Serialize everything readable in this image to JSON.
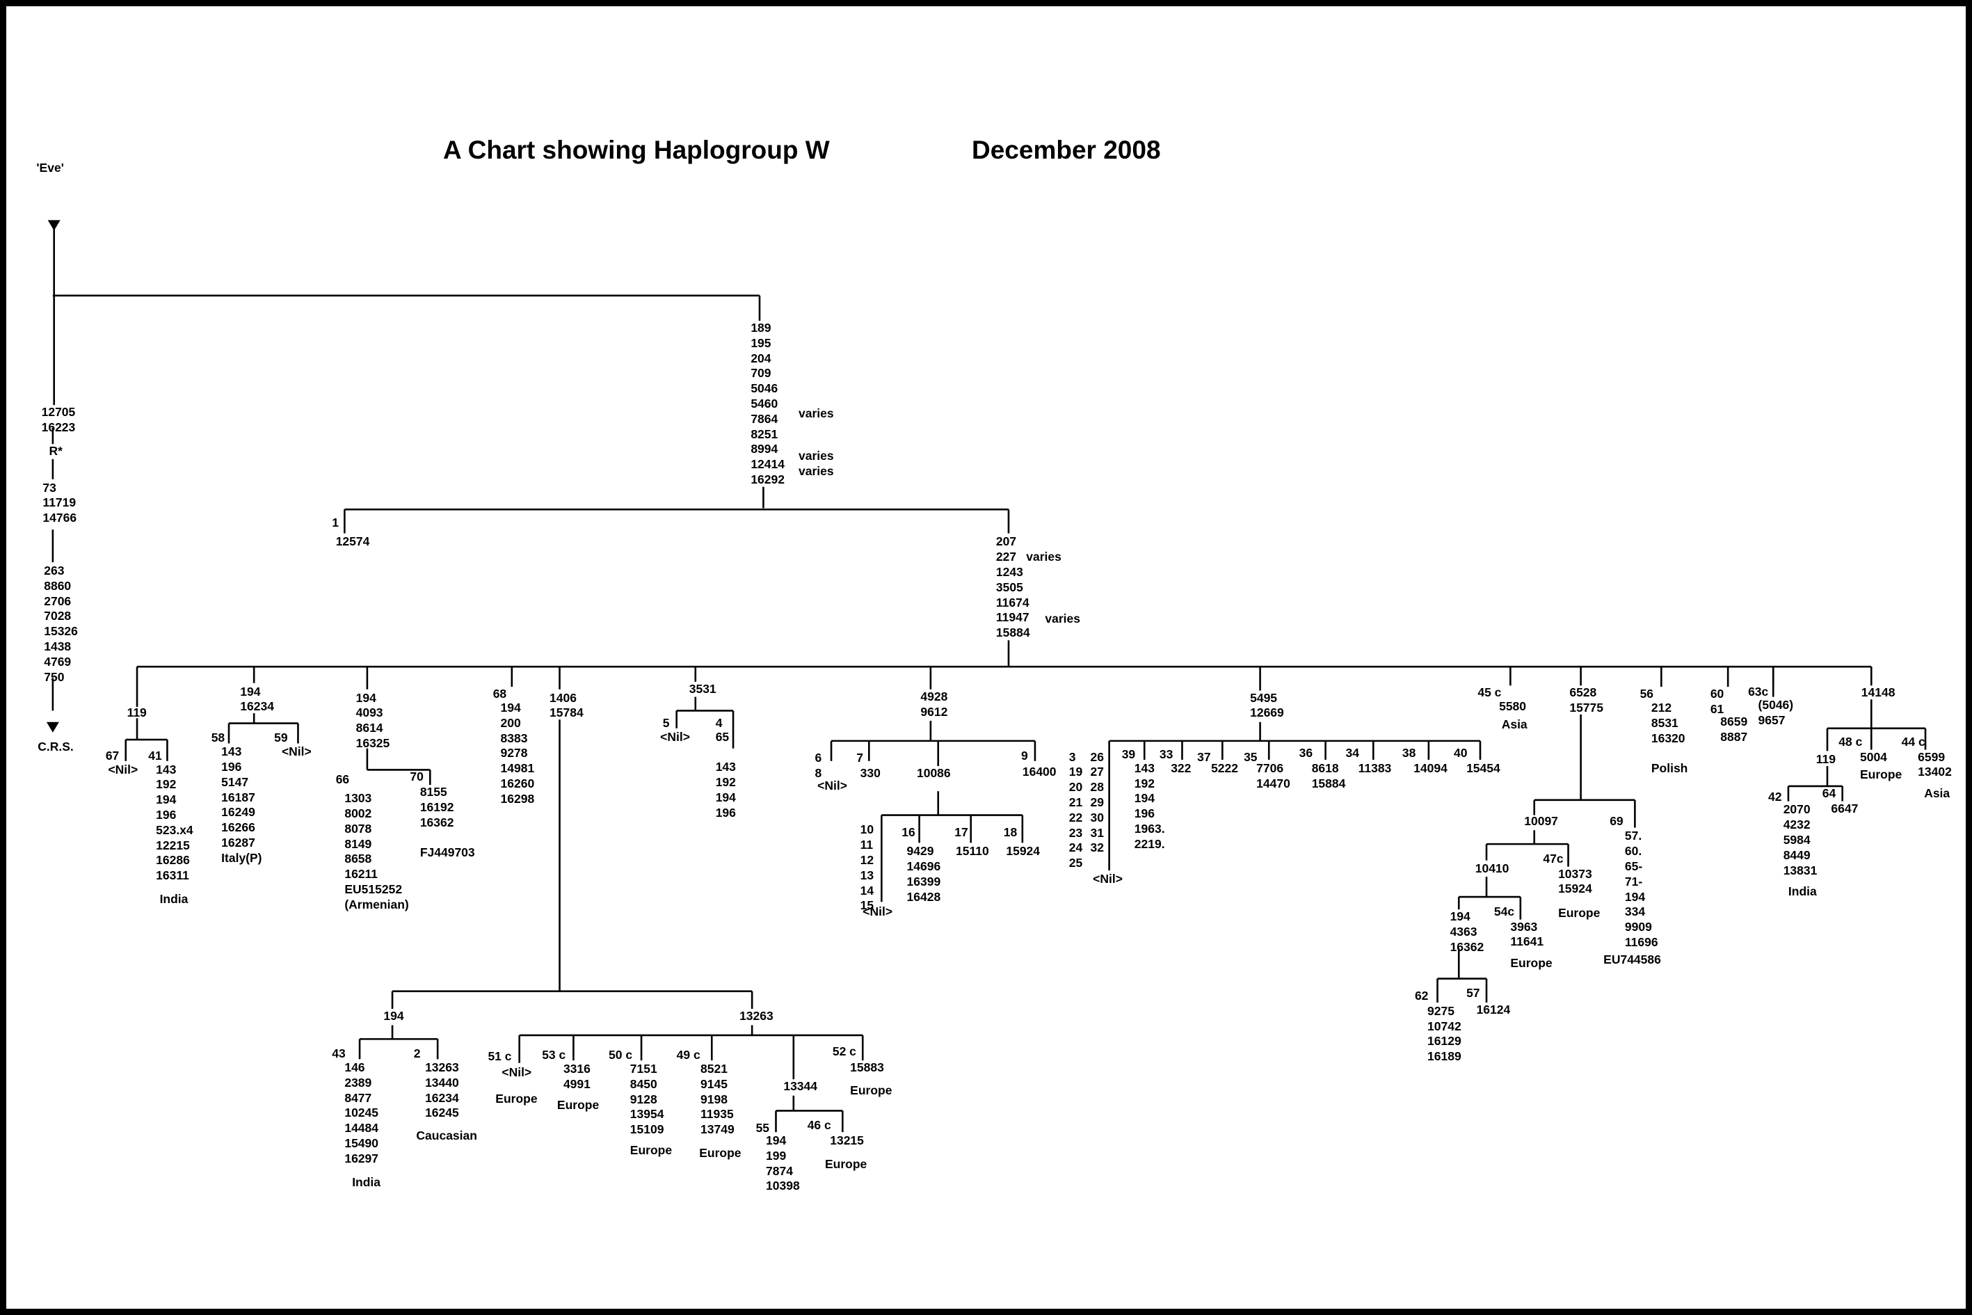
{
  "title": "A Chart showing Haplogroup W",
  "date": "December 2008",
  "labels": [
    {
      "id": "eve",
      "t": "'Eve'"
    },
    {
      "id": "r-markers",
      "t": "12705\n16223"
    },
    {
      "id": "r-star",
      "t": "R*"
    },
    {
      "id": "crs-a",
      "t": "73\n11719\n14766"
    },
    {
      "id": "crs-b",
      "t": "263\n8860\n2706\n7028\n15326\n1438\n4769\n750"
    },
    {
      "id": "crs",
      "t": "C.R.S."
    },
    {
      "id": "w-root",
      "t": "189\n195\n204\n709\n5046\n5460\n7864\n8251\n8994\n12414\n16292"
    },
    {
      "id": "w-varies-1",
      "t": "varies"
    },
    {
      "id": "w-varies-2",
      "t": "varies\nvaries"
    },
    {
      "id": "br-1",
      "t": "1"
    },
    {
      "id": "br-1-m",
      "t": "12574"
    },
    {
      "id": "w-main",
      "t": "207\n227\n1243\n3505\n11674\n11947\n15884"
    },
    {
      "id": "w-main-v1",
      "t": "varies"
    },
    {
      "id": "w-main-v2",
      "t": "varies"
    },
    {
      "id": "n119",
      "t": "119"
    },
    {
      "id": "n67",
      "t": "67"
    },
    {
      "id": "n67-nil",
      "t": "<Nil>"
    },
    {
      "id": "n41",
      "t": "41"
    },
    {
      "id": "n41-m",
      "t": "143\n192\n194\n196\n523.x4\n12215\n16286\n16311"
    },
    {
      "id": "n41-india",
      "t": "India"
    },
    {
      "id": "n194-16234",
      "t": "194\n16234"
    },
    {
      "id": "n58",
      "t": "58"
    },
    {
      "id": "n58-m",
      "t": "143\n196\n5147\n16187\n16249\n16266\n16287\nItaly(P)"
    },
    {
      "id": "n59",
      "t": "59"
    },
    {
      "id": "n59-nil",
      "t": "<Nil>"
    },
    {
      "id": "n-arm",
      "t": "194\n4093\n8614\n16325"
    },
    {
      "id": "n66",
      "t": "66"
    },
    {
      "id": "n66-m",
      "t": "1303\n8002\n8078\n8149\n8658\n16211\nEU515252\n(Armenian)"
    },
    {
      "id": "n70",
      "t": "70"
    },
    {
      "id": "n70-m",
      "t": "8155\n16192\n16362\n\nFJ449703"
    },
    {
      "id": "n68",
      "t": "68"
    },
    {
      "id": "n68-m",
      "t": "194\n200\n8383\n9278\n14981\n16260\n16298"
    },
    {
      "id": "n1406",
      "t": "1406\n15784"
    },
    {
      "id": "n3531",
      "t": "3531"
    },
    {
      "id": "n5",
      "t": "5"
    },
    {
      "id": "n5-nil",
      "t": "<Nil>"
    },
    {
      "id": "n4",
      "t": "4"
    },
    {
      "id": "n4-m",
      "t": "65\n\n143\n192\n194\n196"
    },
    {
      "id": "n4928",
      "t": "4928\n9612"
    },
    {
      "id": "n6-8",
      "t": "6\n8"
    },
    {
      "id": "n6-nil",
      "t": "<Nil>"
    },
    {
      "id": "n7",
      "t": "7"
    },
    {
      "id": "n7-m",
      "t": "330"
    },
    {
      "id": "n10086",
      "t": "10086"
    },
    {
      "id": "n9",
      "t": "9"
    },
    {
      "id": "n9-m",
      "t": "16400"
    },
    {
      "id": "n10-15",
      "t": "10\n11\n12\n13\n14\n15"
    },
    {
      "id": "n10-nil",
      "t": "<Nil>"
    },
    {
      "id": "n16",
      "t": "16"
    },
    {
      "id": "n16-m",
      "t": "9429\n14696\n16399\n16428"
    },
    {
      "id": "n17",
      "t": "17"
    },
    {
      "id": "n17-m",
      "t": "15110"
    },
    {
      "id": "n18",
      "t": "18"
    },
    {
      "id": "n18-m",
      "t": "15924"
    },
    {
      "id": "n5495",
      "t": "5495\n12669"
    },
    {
      "id": "n3-25",
      "t": "3\n19\n20\n21\n22\n23\n24\n25"
    },
    {
      "id": "n26-32",
      "t": "26\n27\n28\n29\n30\n31\n32"
    },
    {
      "id": "n26-nil",
      "t": "<Nil>"
    },
    {
      "id": "n39",
      "t": "39"
    },
    {
      "id": "n39-m",
      "t": "143\n192\n194\n196\n1963.\n2219."
    },
    {
      "id": "n33",
      "t": "33"
    },
    {
      "id": "n33-m",
      "t": "322"
    },
    {
      "id": "n37",
      "t": "37"
    },
    {
      "id": "n37-m",
      "t": "5222"
    },
    {
      "id": "n35",
      "t": "35"
    },
    {
      "id": "n35-m",
      "t": "7706\n14470"
    },
    {
      "id": "n36",
      "t": "36"
    },
    {
      "id": "n36-m",
      "t": "8618\n15884"
    },
    {
      "id": "n34",
      "t": "34"
    },
    {
      "id": "n34-m",
      "t": "11383"
    },
    {
      "id": "n38",
      "t": "38"
    },
    {
      "id": "n38-m",
      "t": "14094"
    },
    {
      "id": "n40",
      "t": "40"
    },
    {
      "id": "n40-m",
      "t": "15454"
    },
    {
      "id": "n45c",
      "t": "45 c"
    },
    {
      "id": "n45c-m",
      "t": "5580"
    },
    {
      "id": "n45c-asia",
      "t": "Asia"
    },
    {
      "id": "n6528",
      "t": "6528\n15775"
    },
    {
      "id": "n56",
      "t": "56"
    },
    {
      "id": "n56-m",
      "t": "212\n8531\n16320\n\nPolish"
    },
    {
      "id": "n60-61",
      "t": "60\n61"
    },
    {
      "id": "n60-m",
      "t": "8659\n8887"
    },
    {
      "id": "n63c",
      "t": "63c"
    },
    {
      "id": "n63c-m",
      "t": "(5046)\n9657"
    },
    {
      "id": "n14148",
      "t": "14148"
    },
    {
      "id": "n10097",
      "t": "10097"
    },
    {
      "id": "n69",
      "t": "69"
    },
    {
      "id": "n69-m",
      "t": "57.\n60.\n65-\n71-\n194\n334\n9909\n11696"
    },
    {
      "id": "n69-eu",
      "t": "EU744586"
    },
    {
      "id": "n10410",
      "t": "10410"
    },
    {
      "id": "n47c",
      "t": "47c"
    },
    {
      "id": "n47c-m",
      "t": "10373\n15924"
    },
    {
      "id": "n47c-eu",
      "t": "Europe"
    },
    {
      "id": "n194-4363",
      "t": "194\n4363\n16362"
    },
    {
      "id": "n54c",
      "t": "54c"
    },
    {
      "id": "n54c-m",
      "t": "3963\n11641"
    },
    {
      "id": "n54c-eu",
      "t": "Europe"
    },
    {
      "id": "n62",
      "t": "62"
    },
    {
      "id": "n62-m",
      "t": "9275\n10742\n16129\n16189"
    },
    {
      "id": "n57",
      "t": "57"
    },
    {
      "id": "n57-m",
      "t": "16124"
    },
    {
      "id": "n48c",
      "t": "48 c"
    },
    {
      "id": "n48c-m",
      "t": "5004"
    },
    {
      "id": "n48c-eu",
      "t": "Europe"
    },
    {
      "id": "n44c",
      "t": "44 c"
    },
    {
      "id": "n44c-m",
      "t": "6599\n13402"
    },
    {
      "id": "n44c-asia",
      "t": "Asia"
    },
    {
      "id": "n119b",
      "t": "119"
    },
    {
      "id": "n42",
      "t": "42"
    },
    {
      "id": "n42-m",
      "t": "2070\n4232\n5984\n8449\n13831"
    },
    {
      "id": "n42-india",
      "t": "India"
    },
    {
      "id": "n64",
      "t": "64"
    },
    {
      "id": "n64-m",
      "t": "6647"
    },
    {
      "id": "n194b",
      "t": "194"
    },
    {
      "id": "n13263",
      "t": "13263"
    },
    {
      "id": "n43",
      "t": "43"
    },
    {
      "id": "n43-m",
      "t": "146\n2389\n8477\n10245\n14484\n15490\n16297"
    },
    {
      "id": "n43-india",
      "t": "India"
    },
    {
      "id": "n2",
      "t": "2"
    },
    {
      "id": "n2-m",
      "t": "13263\n13440\n16234\n16245"
    },
    {
      "id": "n2-cauc",
      "t": "Caucasian"
    },
    {
      "id": "n51c",
      "t": "51 c"
    },
    {
      "id": "n51c-nil",
      "t": "<Nil>"
    },
    {
      "id": "n51c-eu",
      "t": "Europe"
    },
    {
      "id": "n53c",
      "t": "53 c"
    },
    {
      "id": "n53c-m",
      "t": "3316\n4991"
    },
    {
      "id": "n53c-eu",
      "t": "Europe"
    },
    {
      "id": "n50c",
      "t": "50 c"
    },
    {
      "id": "n50c-m",
      "t": "7151\n8450\n9128\n13954\n15109"
    },
    {
      "id": "n50c-eu",
      "t": "Europe"
    },
    {
      "id": "n49c",
      "t": "49 c"
    },
    {
      "id": "n49c-m",
      "t": "8521\n9145\n9198\n11935\n13749"
    },
    {
      "id": "n49c-eu",
      "t": "Europe"
    },
    {
      "id": "n13344",
      "t": "13344"
    },
    {
      "id": "n52c",
      "t": "52 c"
    },
    {
      "id": "n52c-m",
      "t": "15883"
    },
    {
      "id": "n52c-eu",
      "t": "Europe"
    },
    {
      "id": "n55",
      "t": "55"
    },
    {
      "id": "n55-m",
      "t": "194\n199\n7874\n10398"
    },
    {
      "id": "n46c",
      "t": "46 c"
    },
    {
      "id": "n46c-m",
      "t": "13215"
    },
    {
      "id": "n46c-eu",
      "t": "Europe"
    }
  ]
}
